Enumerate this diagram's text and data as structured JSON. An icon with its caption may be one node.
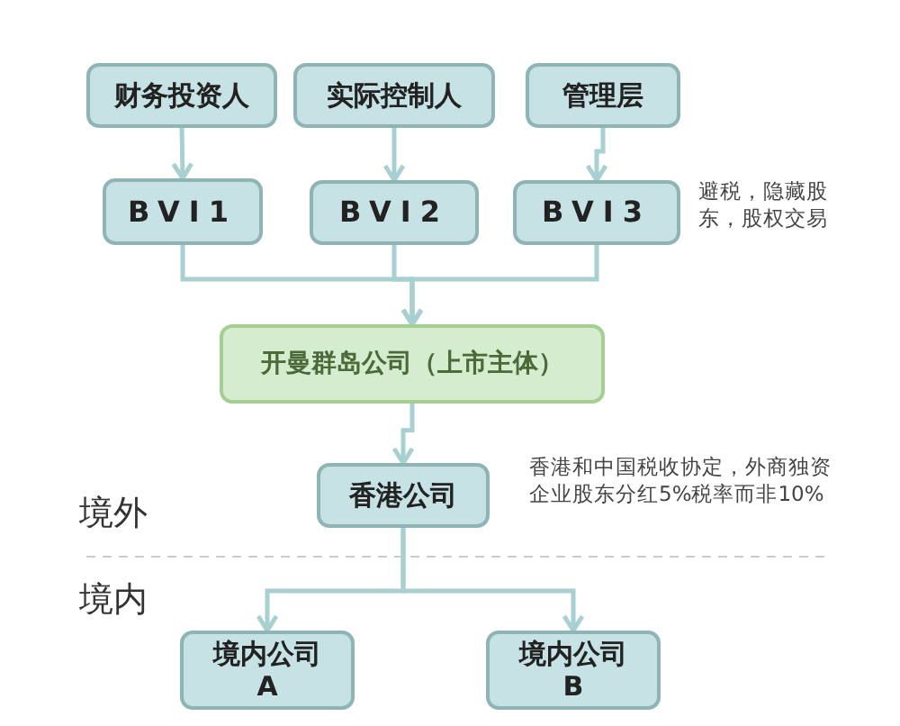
{
  "diagram": {
    "nodes": [
      {
        "text": [
          "财务投资人"
        ]
      },
      {
        "text": [
          "实际控制人"
        ]
      },
      {
        "text": [
          "管理层"
        ]
      },
      {
        "text": [
          "BVI1"
        ]
      },
      {
        "text": [
          "BVI2"
        ]
      },
      {
        "text": [
          "BVI3"
        ],
        "beside": [
          "避税，隐藏股东，股权交易"
        ]
      },
      {
        "text": [
          "开曼群岛公司（上市主体）"
        ]
      },
      {
        "text": [
          "香港公司"
        ],
        "beside": [
          "香港和中国税收协定，外商独资企业股东分红5%税率而非10%"
        ]
      },
      {
        "text": [
          "境内公司 A"
        ]
      },
      {
        "text": [
          "境内公司 B"
        ]
      }
    ],
    "edges": [
      {
        "from": 0,
        "to": 3,
        "arrow": "to"
      },
      {
        "from": 1,
        "to": 4,
        "arrow": "to"
      },
      {
        "from": 2,
        "to": 5,
        "arrow": "to"
      },
      {
        "from": 3,
        "to": 6,
        "arrow": "to"
      },
      {
        "from": 4,
        "to": 6,
        "arrow": "to"
      },
      {
        "from": 5,
        "to": 6,
        "arrow": "to"
      },
      {
        "from": 6,
        "to": 7,
        "arrow": "to"
      },
      {
        "from": 7,
        "to": 8,
        "arrow": "to"
      },
      {
        "from": 7,
        "to": 9,
        "arrow": "to"
      }
    ],
    "labels": [
      "境外",
      "境内"
    ]
  }
}
